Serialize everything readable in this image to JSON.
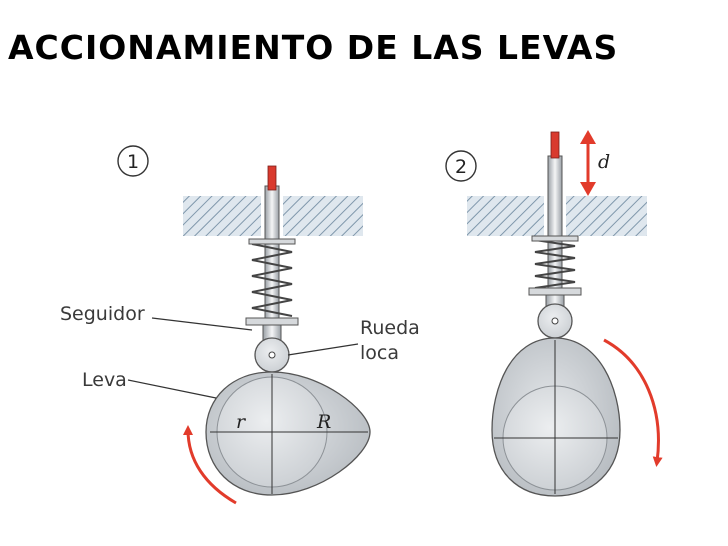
{
  "title": "ACCIONAMIENTO DE LAS LEVAS",
  "figure1": {
    "number": "1",
    "labels": {
      "follower": "Seguidor",
      "wheel_line1": "Rueda",
      "wheel_line2": "loca",
      "cam": "Leva",
      "small_radius": "r",
      "large_radius": "R"
    }
  },
  "figure2": {
    "number": "2",
    "displacement": "d"
  },
  "colors": {
    "cam_fill": "#c9cdd1",
    "base_circle": "#dadde0",
    "arrow_red": "#e23b2b",
    "rod_tip": "#d93a2e",
    "guide_hatch": "#9aaebf"
  }
}
